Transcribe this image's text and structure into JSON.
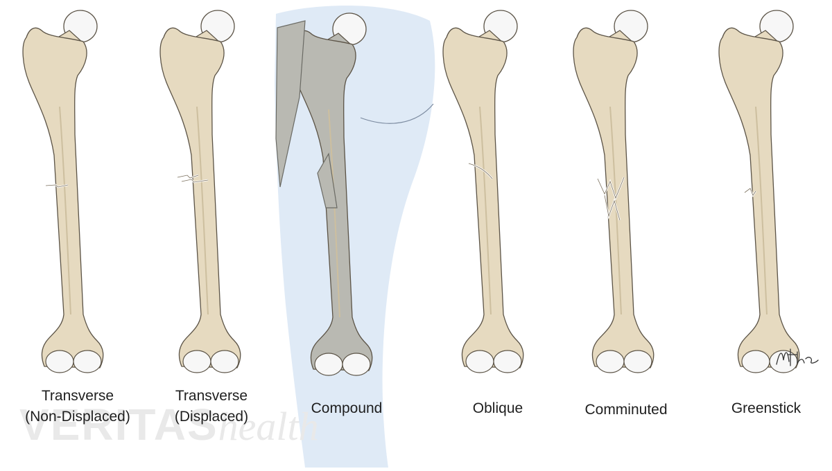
{
  "figure": {
    "panels": [
      {
        "id": "transverse-non-displaced",
        "label_lines": [
          "Transverse",
          "(Non-Displaced)"
        ]
      },
      {
        "id": "transverse-displaced",
        "label_lines": [
          "Transverse",
          "(Displaced)"
        ]
      },
      {
        "id": "compound",
        "label_lines": [
          "Compound"
        ]
      },
      {
        "id": "oblique",
        "label_lines": [
          "Oblique"
        ]
      },
      {
        "id": "comminuted",
        "label_lines": [
          "Comminuted"
        ]
      },
      {
        "id": "greenstick",
        "label_lines": [
          "Greenstick"
        ]
      }
    ]
  },
  "watermark": {
    "brand": "VERITAS",
    "sub": "health"
  },
  "colors": {
    "bone_fill": "#e6dac0",
    "bone_stroke": "#5b5346",
    "bone_shade": "#cdbf9f",
    "cartilage": "#f7f7f7",
    "skin_fill": "#dde9f5",
    "compound_bone": "#b9b9b2",
    "label_text": "#1e1e1e",
    "watermark": "#e9e9e9"
  },
  "icons": {
    "signature": "artist-signature"
  }
}
